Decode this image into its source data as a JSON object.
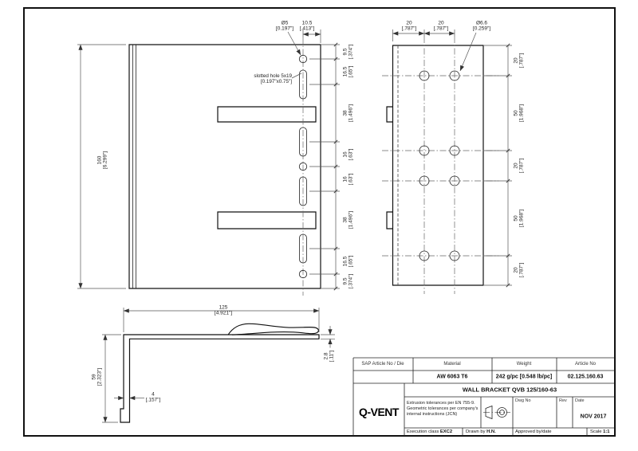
{
  "colors": {
    "ink": "#111111",
    "dim_line": "#555555",
    "background": "#ffffff"
  },
  "front": {
    "height": {
      "mm": "160",
      "inch": "[6.299\"]"
    },
    "dia": {
      "mm": "Ø5",
      "inch": "[0.197\"]"
    },
    "offset": {
      "mm": "10.5",
      "inch": "[.413\"]"
    },
    "note": {
      "line1": "slotted hole 5x19",
      "line2": "[0.197\"x0.75\"]"
    },
    "chain": [
      {
        "mm": "9.5",
        "inch": "[.374\"]"
      },
      {
        "mm": "16.5",
        "inch": "[.65\"]"
      },
      {
        "mm": "38",
        "inch": "[1.496\"]"
      },
      {
        "mm": "16",
        "inch": "[.63\"]"
      },
      {
        "mm": "16",
        "inch": "[.63\"]"
      },
      {
        "mm": "38",
        "inch": "[1.496\"]"
      },
      {
        "mm": "16.5",
        "inch": "[.65\"]"
      },
      {
        "mm": "9.5",
        "inch": "[.374\"]"
      }
    ]
  },
  "side": {
    "spacing": [
      {
        "mm": "20",
        "inch": "[.787\"]"
      },
      {
        "mm": "20",
        "inch": "[.787\"]"
      }
    ],
    "dia": {
      "mm": "Ø6.6",
      "inch": "[0.259\"]"
    },
    "chain": [
      {
        "mm": "20",
        "inch": "[.787\"]"
      },
      {
        "mm": "50",
        "inch": "[1.968\"]"
      },
      {
        "mm": "20",
        "inch": "[.787\"]"
      },
      {
        "mm": "50",
        "inch": "[1.968\"]"
      },
      {
        "mm": "20",
        "inch": "[.787\"]"
      }
    ]
  },
  "profile": {
    "width": {
      "mm": "125",
      "inch": "[4.921\"]"
    },
    "height": {
      "mm": "59",
      "inch": "[2.323\"]"
    },
    "tip": {
      "mm": "2.8",
      "inch": "[.11\"]"
    },
    "thickness": {
      "mm": "4",
      "inch": "[.157\"]"
    }
  },
  "title_block": {
    "headers": {
      "sap": "SAP Article No / Die",
      "material": "Material",
      "weight": "Weight",
      "article": "Article No"
    },
    "values": {
      "material": "AW 6063 T6",
      "weight": "242 g/pc [0.548 lb/pc]",
      "article": "02.125.160.63"
    },
    "title": "WALL BRACKET QVB 125/160-63",
    "logo": "Q-VENT",
    "tolerances": {
      "line1": "Extrusion tolerances per EN 755-9.",
      "line2": "Geometric tolerances per company's",
      "line3": "internal instructions (JCN)"
    },
    "dwg_no_label": "Dwg No",
    "rev_label": "Rev",
    "date_label": "Date",
    "date_value": "NOV 2017",
    "execution_label": "Execution class",
    "execution_value": "EXC2",
    "drawn_label": "Drawn by",
    "drawn_value": "H.N.",
    "approved_label": "Approved by/date",
    "scale_label": "Scale",
    "scale_value": "1:1"
  }
}
